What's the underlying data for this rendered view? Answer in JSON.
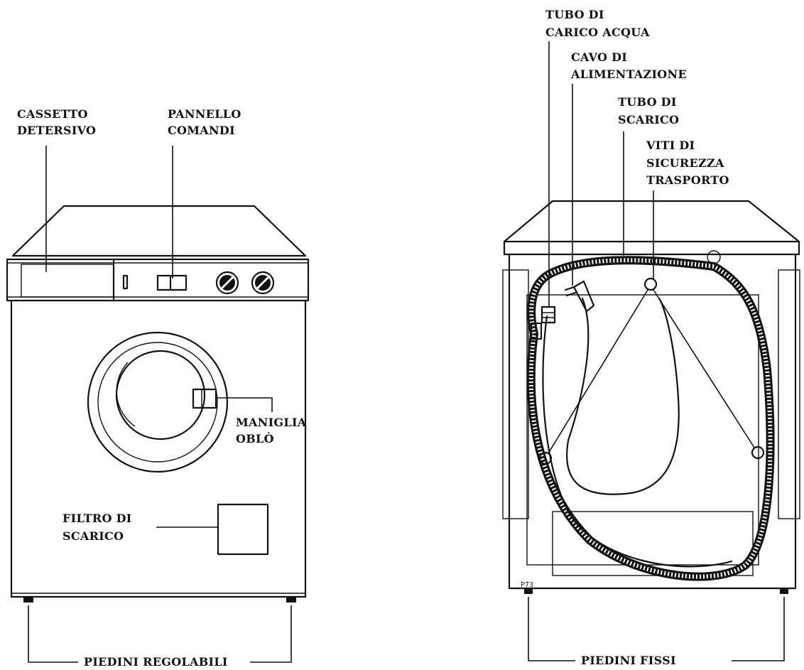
{
  "front_view": {
    "labels": {
      "detergent_drawer": [
        "CASSETTO",
        "DETERSIVO"
      ],
      "control_panel": [
        "PANNELLO",
        "COMANDI"
      ],
      "door_handle": [
        "MANIGLIA",
        "OBLÒ"
      ],
      "drain_filter": [
        "FILTRO DI",
        "SCARICO"
      ],
      "adjustable_feet": "PIEDINI REGOLABILI"
    }
  },
  "back_view": {
    "labels": {
      "water_inlet_hose": [
        "TUBO DI",
        "CARICO ACQUA"
      ],
      "power_cable": [
        "CAVO DI",
        "ALIMENTAZIONE"
      ],
      "drain_hose": [
        "TUBO DI",
        "SCARICO"
      ],
      "transport_screws": [
        "VITI DI",
        "SICUREZZA",
        "TRASPORTO"
      ],
      "fixed_feet": "PIEDINI FISSI"
    },
    "plate_code": "P73"
  }
}
